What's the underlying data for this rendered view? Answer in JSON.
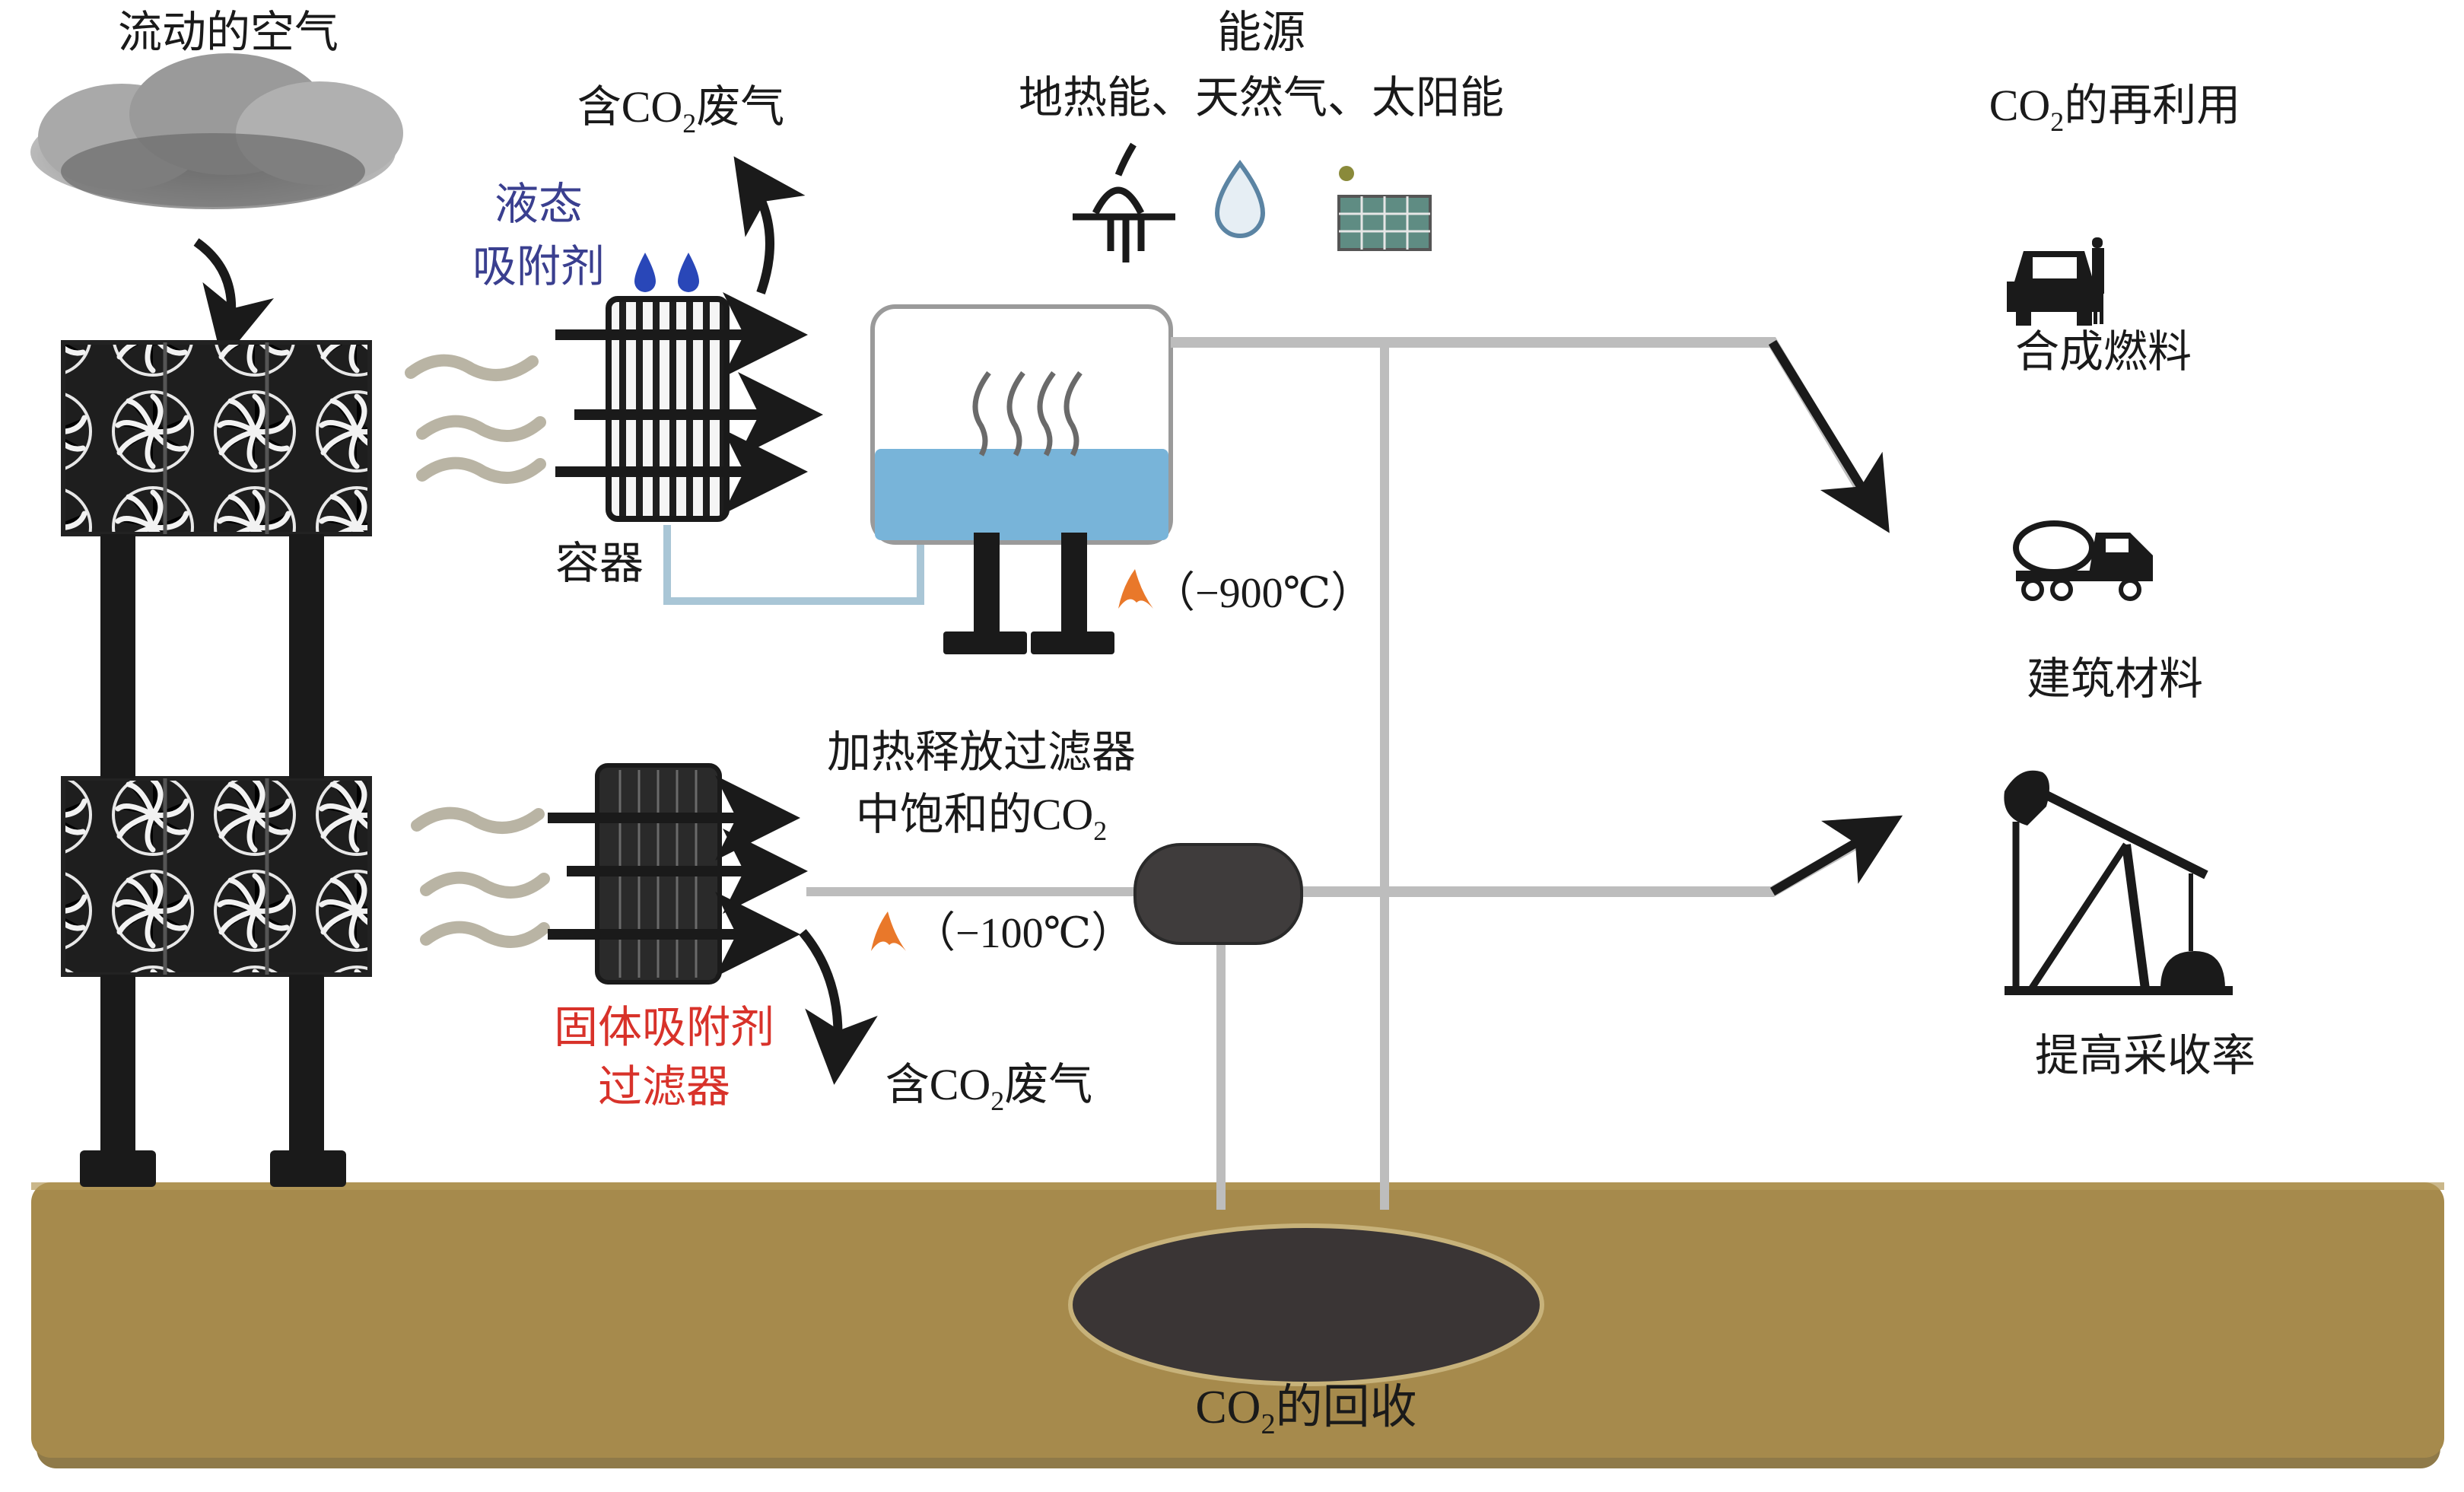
{
  "title": "直接空气捕获CO2流程示意图",
  "labels": {
    "flowing_air": "流动的空气",
    "waste_gas_top": {
      "pre": "含CO",
      "sub": "2",
      "post": "废气"
    },
    "liquid_sorbent_line1": "液态",
    "liquid_sorbent_line2": "吸附剂",
    "container": "容器",
    "energy_title": "能源",
    "energy_sources": "地热能、天然气、太阳能",
    "temp_high": "（−900℃）",
    "heat_release_line1": "加热释放过滤器",
    "heat_release_line2": {
      "pre": "中饱和的CO",
      "sub": "2",
      "post": ""
    },
    "temp_low": "（−100℃）",
    "solid_sorbent_line1": "固体吸附剂",
    "solid_sorbent_line2": "过滤器",
    "waste_gas_bottom": {
      "pre": "含CO",
      "sub": "2",
      "post": "废气"
    },
    "reuse_title": {
      "pre": "CO",
      "sub": "2",
      "post": "的再利用"
    },
    "use_synthetic_fuel": "合成燃料",
    "use_building_materials": "建筑材料",
    "use_enhanced_recovery": "提高采收率",
    "storage": {
      "pre": "CO",
      "sub": "2",
      "post": "的回收"
    }
  },
  "icons": {
    "energy": [
      "geothermal-icon",
      "natural-gas-flame-icon",
      "solar-panel-icon"
    ],
    "uses": [
      "car-fuel-icon",
      "cement-truck-icon",
      "oil-pumpjack-icon"
    ]
  },
  "colors": {
    "ground": "#a68a4c",
    "reservoir": "#3a3535",
    "liquid": "#78b4d9",
    "pipe": "#bdbdbd",
    "liquid_label": "#3a3f8f",
    "solid_label": "#d8322a",
    "flame": "#e9782a"
  }
}
